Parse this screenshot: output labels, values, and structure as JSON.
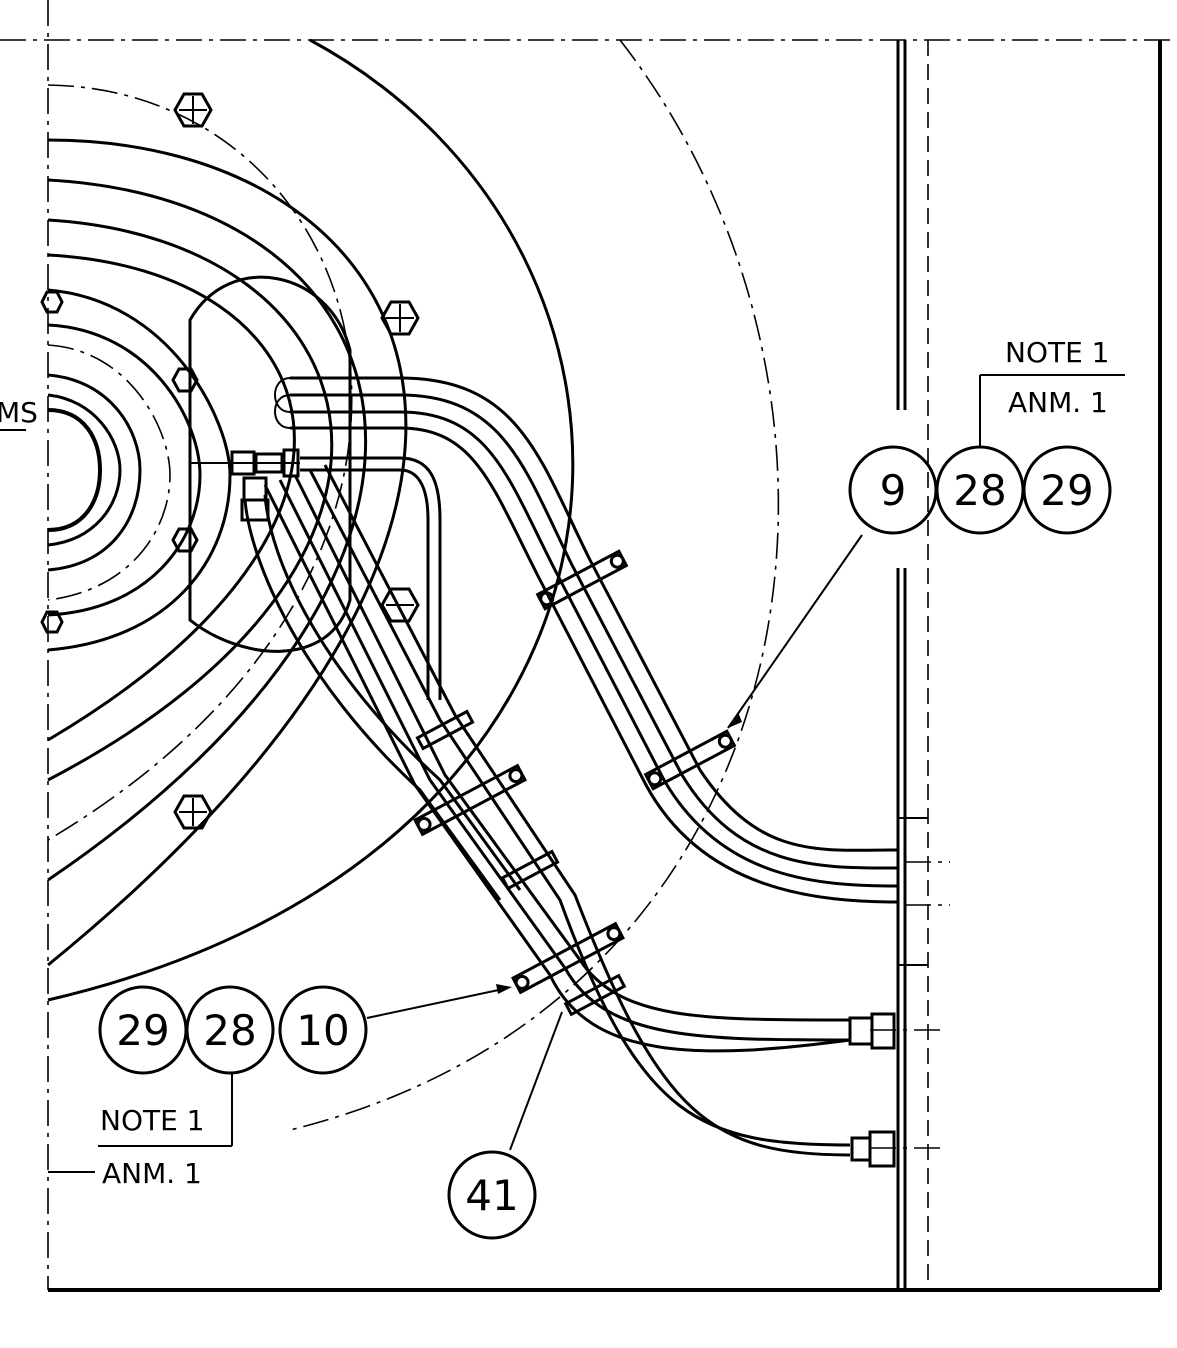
{
  "callouts": {
    "upper": [
      "9",
      "28",
      "29"
    ],
    "lower": [
      "29",
      "28",
      "10"
    ],
    "bottom": "41"
  },
  "notes": {
    "upper_note": "NOTE 1",
    "upper_anm": "ANM. 1",
    "lower_note": "NOTE 1",
    "lower_anm": "ANM. 1"
  },
  "edge_fragment": "MS"
}
